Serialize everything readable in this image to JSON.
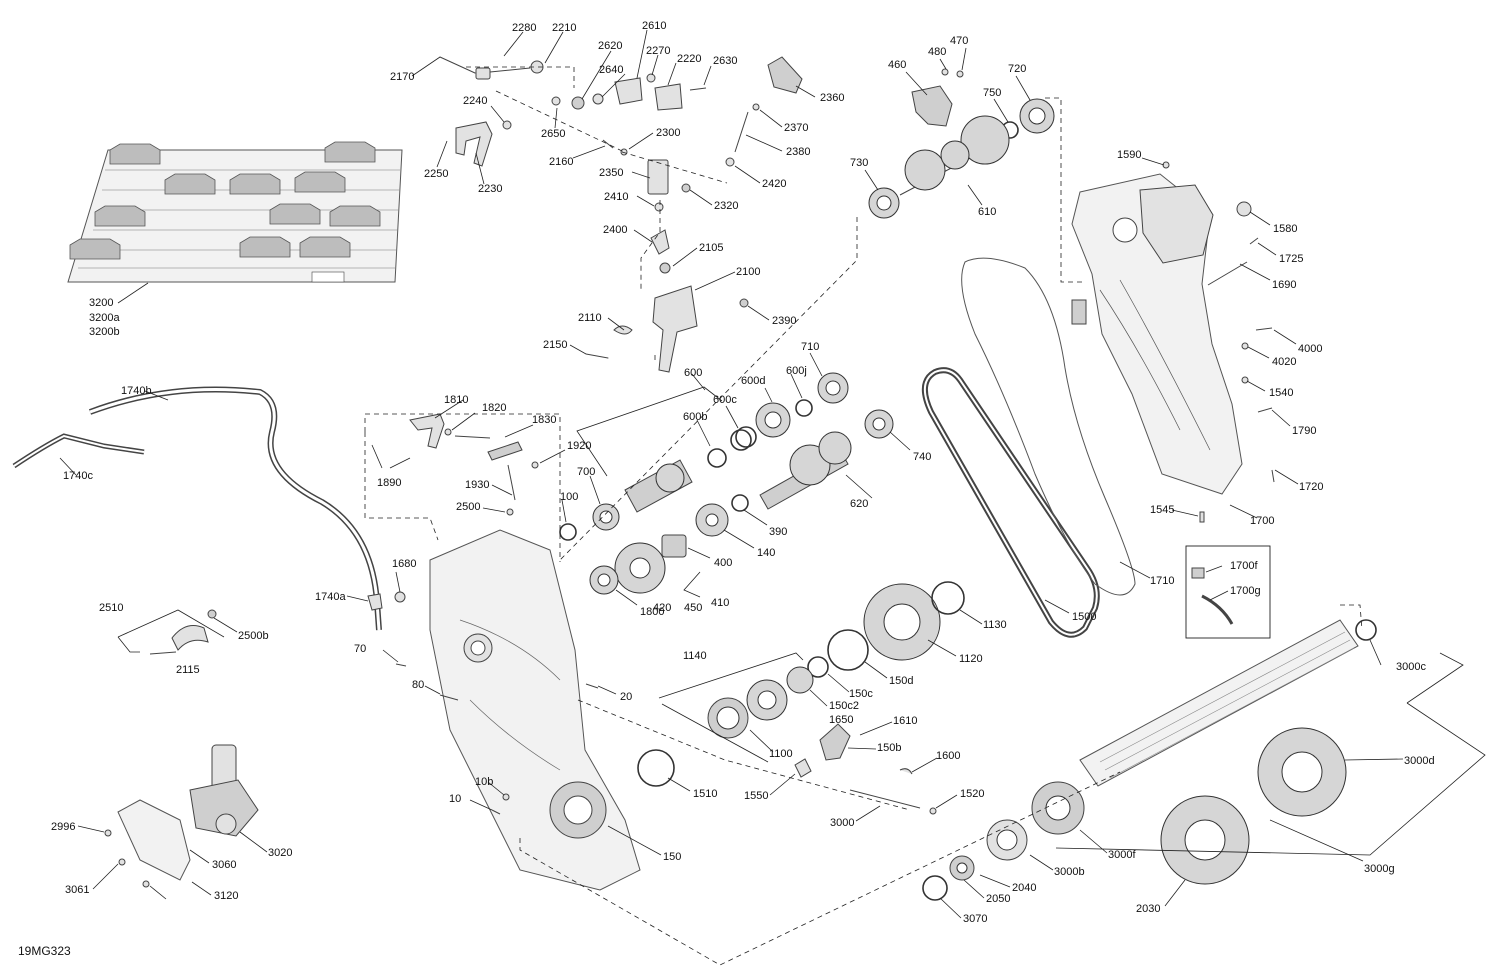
{
  "diagram": {
    "drawing_id": "19MG323",
    "callouts": [
      "2280",
      "2210",
      "2610",
      "2170",
      "2620",
      "2270",
      "2220",
      "2630",
      "2640",
      "2240",
      "2650",
      "2360",
      "2370",
      "2300",
      "2160",
      "2380",
      "2250",
      "2230",
      "2350",
      "2420",
      "2320",
      "2410",
      "2400",
      "2105",
      "2100",
      "2390",
      "2110",
      "2150",
      "460",
      "480",
      "470",
      "720",
      "750",
      "730",
      "610",
      "1590",
      "1580",
      "1725",
      "1690",
      "4000",
      "4020",
      "1540",
      "1790",
      "1720",
      "1545",
      "1700",
      "1700f",
      "1700g",
      "1710",
      "1500",
      "3200",
      "3200a",
      "3200b",
      "1740b",
      "1740c",
      "1740a",
      "1680",
      "600",
      "710",
      "600d",
      "600j",
      "600c",
      "600b",
      "740",
      "700",
      "620",
      "100",
      "390",
      "140",
      "400",
      "410",
      "420",
      "450",
      "1800",
      "1810",
      "1820",
      "1830",
      "1920",
      "1890",
      "1930",
      "2500",
      "2510",
      "2500b",
      "2115",
      "70",
      "80",
      "20",
      "10b",
      "10",
      "150",
      "1140",
      "1130",
      "1120",
      "150d",
      "150c",
      "150c2",
      "1650",
      "1610",
      "150b",
      "1100",
      "1510",
      "1600",
      "1550",
      "1520",
      "3000",
      "3000g",
      "3000c",
      "3000d",
      "3000f",
      "3000b",
      "2030",
      "2040",
      "2050",
      "3070",
      "2996",
      "3060",
      "3020",
      "3061",
      "3120"
    ]
  }
}
